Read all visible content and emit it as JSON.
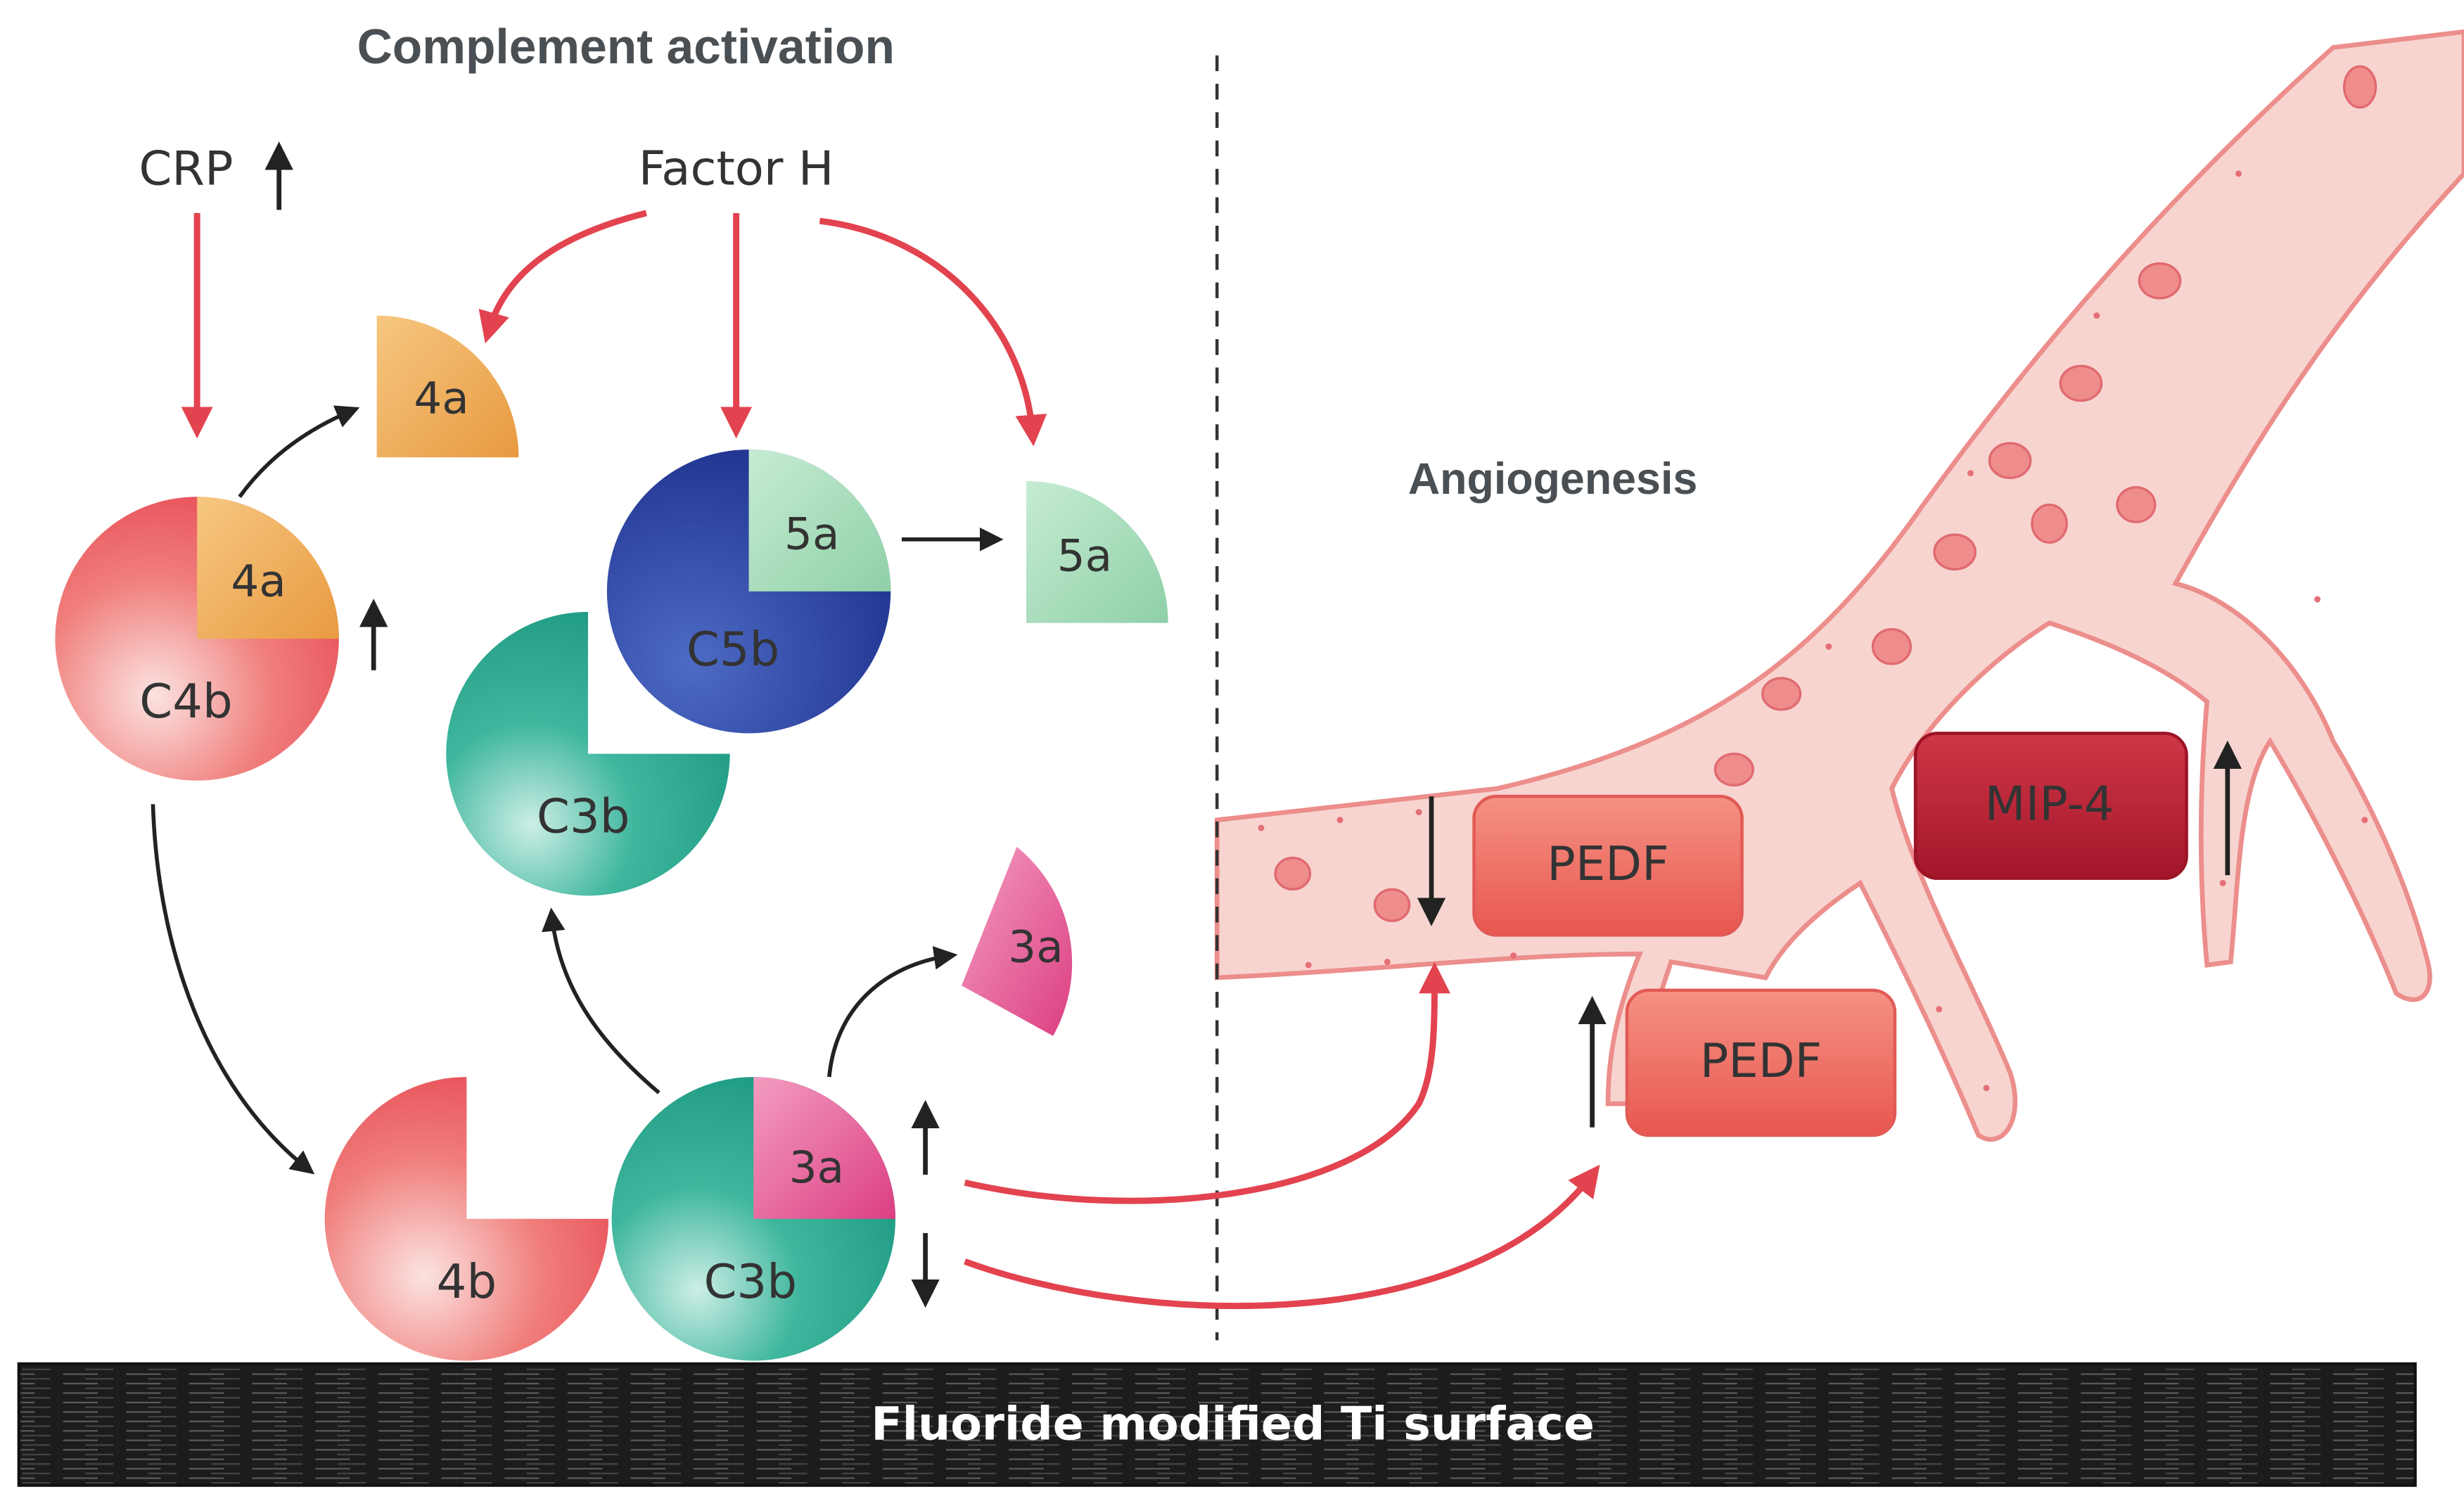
{
  "sections": {
    "left_title": "Complement activation",
    "right_title": "Angiogenesis"
  },
  "regulators": {
    "crp": "CRP",
    "factor_h": "Factor H"
  },
  "components": {
    "c4b_4a": "4a",
    "c4b": "C4b",
    "free_4a": "4a",
    "c5b_5a": "5a",
    "c5b": "C5b",
    "free_5a": "5a",
    "upper_c3b": "C3b",
    "free_3a": "3a",
    "fragment_4b": "4b",
    "lower_3a": "3a",
    "lower_c3b": "C3b"
  },
  "factors": {
    "pedf_upper": "PEDF",
    "pedf_lower": "PEDF",
    "mip4": "MIP-4"
  },
  "surface": {
    "label": "Fluoride modified Ti surface"
  },
  "colors": {
    "red_arrow": "#e2434f",
    "black_arrow": "#222222",
    "c4b": "#ec6b6b",
    "fragment_4a": "#eda04a",
    "c5b": "#2e48a6",
    "fragment_5a": "#9ed8b3",
    "c3b": "#27a58c",
    "fragment_3a": "#e0508e",
    "vessel": "#f8d4d0",
    "pedf": "#ef6960",
    "mip4": "#b81f34"
  }
}
